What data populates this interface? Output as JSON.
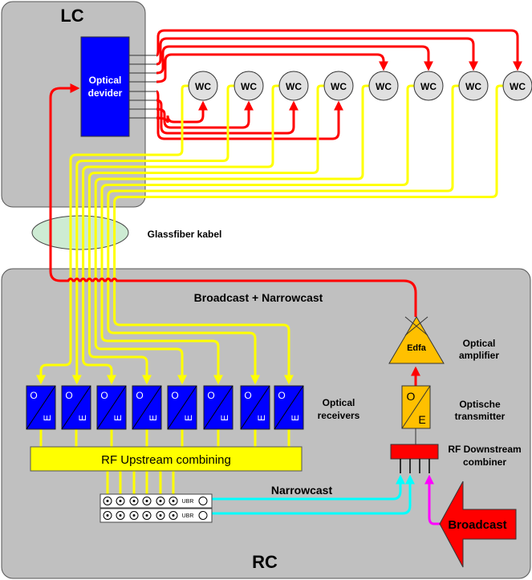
{
  "lc": {
    "label": "LC",
    "divider_label_1": "Optical",
    "divider_label_2": "devider"
  },
  "wc_label": "WC",
  "wc_count": 8,
  "glassfiber_label": "Glassfiber kabel",
  "rc": {
    "label": "RC",
    "broadcast_narrowcast": "Broadcast + Narrowcast",
    "optical_receivers_1": "Optical",
    "optical_receivers_2": "receivers",
    "receiver_o": "O",
    "receiver_e": "E",
    "rf_upstream": "RF Upstream combining",
    "ubr": "UBR",
    "narrowcast": "Narrowcast",
    "broadcast": "Broadcast",
    "edfa": "Edfa",
    "optical_amplifier_1": "Optical",
    "optical_amplifier_2": "amplifier",
    "transmitter_1": "Optische",
    "transmitter_2": "transmitter",
    "tx_o": "O",
    "tx_e": "E",
    "downstream_1": "RF Downstream",
    "downstream_2": "combiner"
  },
  "colors": {
    "box": "#c0c0c0",
    "divider": "#0000ff",
    "red": "#ff0000",
    "yellow": "#ffff00",
    "cyan": "#00ffff",
    "magenta": "#ff00ff",
    "transmitter": "#ffc000",
    "glassfiber": "#cdebd3",
    "wc": "#e0e0e0"
  }
}
